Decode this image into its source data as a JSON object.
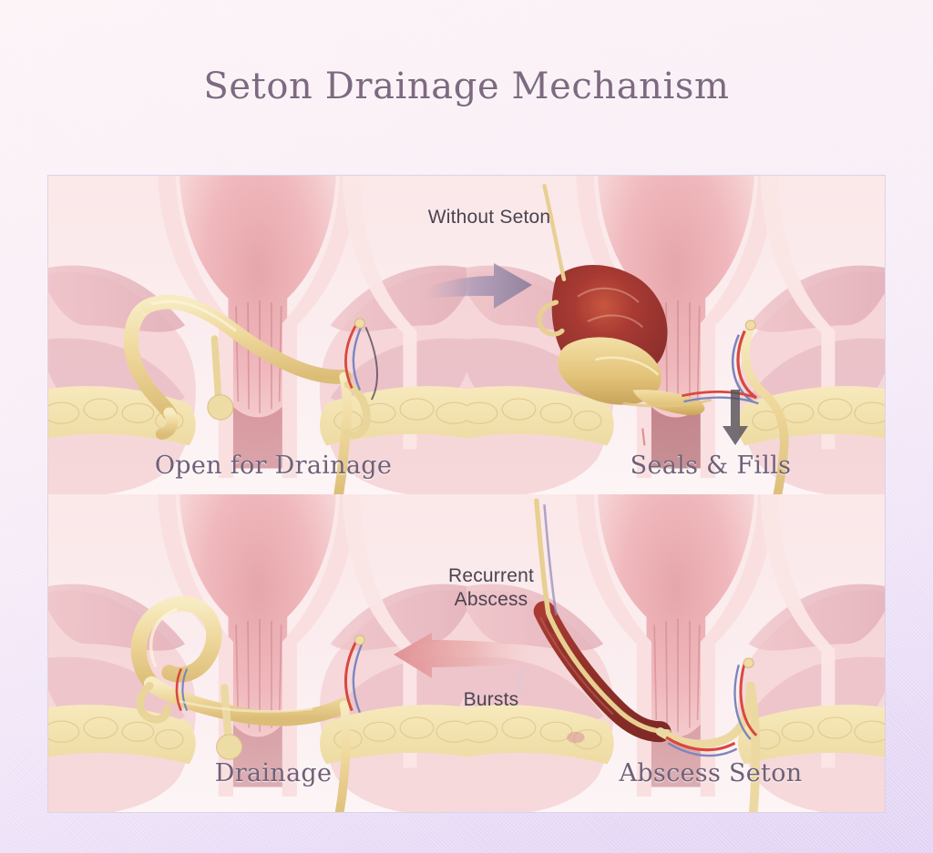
{
  "page": {
    "title": "Seton Drainage Mechanism",
    "background_top_color": "#fdf4f8",
    "background_bottom_color": "#e2d3f5",
    "title_color": "#7d6a80"
  },
  "figure": {
    "panel_border_color": "#c4b6dc",
    "quadrants": [
      {
        "id": "top-left",
        "caption": "Open for Drainage",
        "subject": "anal-canal-cross-section-with-open-fistula-tract",
        "description": "Cross-section of anal canal showing a patent fistula tract (tan/yellow) draining freely"
      },
      {
        "id": "top-right",
        "caption": "Seals & Fills",
        "subject": "anal-canal-cross-section-with-sealed-abscess",
        "description": "Tract has sealed at the skin and filled with purulent material forming a red inflamed abscess cavity"
      },
      {
        "id": "bottom-left",
        "caption": "Drainage",
        "subject": "anal-canal-cross-section-with-looped-seton",
        "description": "A looped seton threaded through the tract keeps it open for continuous drainage"
      },
      {
        "id": "bottom-right",
        "caption": "Abscess Seton",
        "subject": "anal-canal-cross-section-with-abscess-filled-tract",
        "description": "Dark red engorged abscess tract along the seton course"
      }
    ],
    "annotations": [
      {
        "id": "without-seton",
        "text": "Without Seton",
        "kind": "label"
      },
      {
        "id": "recurrent-abscess",
        "text": "Recurrent\nAbscess",
        "line1": "Recurrent",
        "line2": "Abscess",
        "kind": "label"
      },
      {
        "id": "bursts",
        "text": "Bursts",
        "kind": "label"
      },
      {
        "id": "arrow-right",
        "direction": "right",
        "color": "#8d7f9c",
        "kind": "arrow"
      },
      {
        "id": "arrow-left",
        "direction": "left",
        "color": "#e49a9e",
        "kind": "arrow"
      },
      {
        "id": "arrow-down",
        "direction": "down",
        "color": "#555058",
        "kind": "arrow"
      }
    ]
  },
  "palette": {
    "tissue_pink": "#f6c5c6",
    "mucosa_rose": "#e8a0a4",
    "fat_yellow": "#f0dfa8",
    "fistula_tan": "#eed9a0",
    "abscess_red": "#a83a33",
    "artery_red": "#d8483f",
    "vein_blue": "#7b86bd",
    "muscle_mauve": "#dcb4c0"
  }
}
